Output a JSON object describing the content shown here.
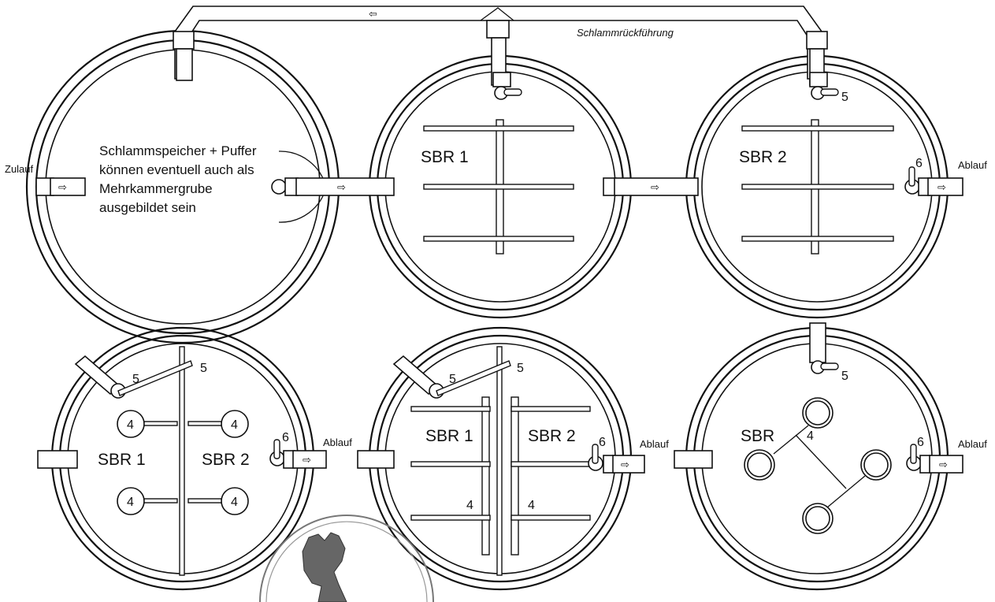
{
  "labels": {
    "schlammrueckfuehrung": "Schlammrückführung",
    "zulauf": "Zulauf",
    "ablauf": "Ablauf",
    "note_line1": "Schlammspeicher + Puffer",
    "note_line2": "können eventuell auch als",
    "note_line3": "Mehrkammergrube",
    "note_line4": "ausgebildet sein",
    "sbr1": "SBR 1",
    "sbr2": "SBR 2",
    "sbr": "SBR",
    "n4": "4",
    "n5": "5",
    "n6": "6"
  },
  "colors": {
    "stroke": "#111111",
    "background": "#ffffff"
  },
  "icons": {
    "stamp": "bear-seal-icon",
    "flow_arrow": "flow-arrow-icon"
  }
}
